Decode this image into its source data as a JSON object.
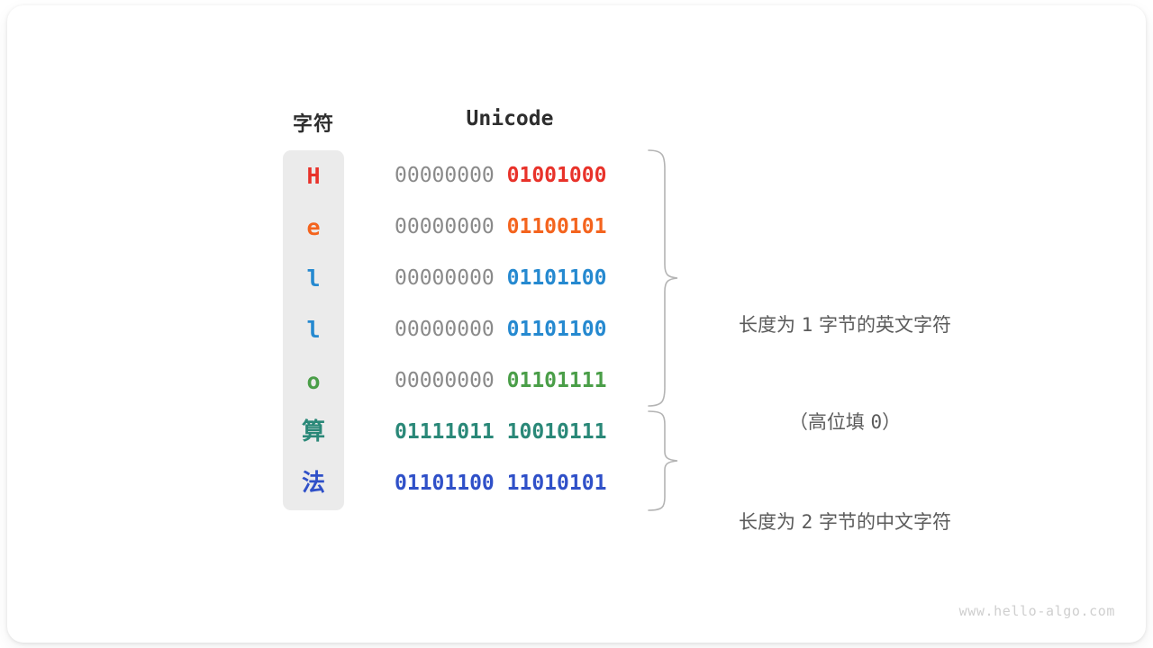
{
  "card": {
    "background": "#ffffff",
    "watermark": "www.hello-algo.com"
  },
  "table": {
    "headers": {
      "character": "字符",
      "unicode": "Unicode"
    },
    "column_background": "#ebebeb",
    "high_byte_color": "#8a8a8a",
    "rows": [
      {
        "character": "H",
        "char_color": "#e8322a",
        "high_byte": "00000000",
        "low_byte": "01001000",
        "low_byte_color": "#e8322a",
        "bytes": 1,
        "script": "latin"
      },
      {
        "character": "e",
        "char_color": "#f4641e",
        "high_byte": "00000000",
        "low_byte": "01100101",
        "low_byte_color": "#f4641e",
        "bytes": 1,
        "script": "latin"
      },
      {
        "character": "l",
        "char_color": "#2589d0",
        "high_byte": "00000000",
        "low_byte": "01101100",
        "low_byte_color": "#2589d0",
        "bytes": 1,
        "script": "latin"
      },
      {
        "character": "l",
        "char_color": "#2589d0",
        "high_byte": "00000000",
        "low_byte": "01101100",
        "low_byte_color": "#2589d0",
        "bytes": 1,
        "script": "latin"
      },
      {
        "character": "o",
        "char_color": "#4a9e48",
        "high_byte": "00000000",
        "low_byte": "01101111",
        "low_byte_color": "#4a9e48",
        "bytes": 1,
        "script": "latin"
      },
      {
        "character": "算",
        "char_color": "#2a8878",
        "high_byte": "01111011",
        "low_byte": "10010111",
        "low_byte_color": "#2a8878",
        "high_byte_color": "#2a8878",
        "bytes": 2,
        "script": "cjk"
      },
      {
        "character": "法",
        "char_color": "#2f50c8",
        "high_byte": "01101100",
        "low_byte": "11010101",
        "low_byte_color": "#2f50c8",
        "high_byte_color": "#2f50c8",
        "bytes": 2,
        "script": "cjk"
      }
    ]
  },
  "annotations": [
    {
      "line1_prefix": "长度为 ",
      "line1_number": "1",
      "line1_suffix": " 字节的英文字符",
      "line2_prefix": "（高位填 ",
      "line2_number": "0",
      "line2_suffix": "）",
      "color": "#5b5b5b"
    },
    {
      "line1_prefix": "长度为 ",
      "line1_number": "2",
      "line1_suffix": " 字节的中文字符",
      "line2_prefix": "",
      "line2_number": "",
      "line2_suffix": "",
      "color": "#5b5b5b"
    }
  ],
  "braces": {
    "color": "#b4b4b4",
    "group1_label": "english-chars-brace",
    "group2_label": "chinese-chars-brace"
  }
}
